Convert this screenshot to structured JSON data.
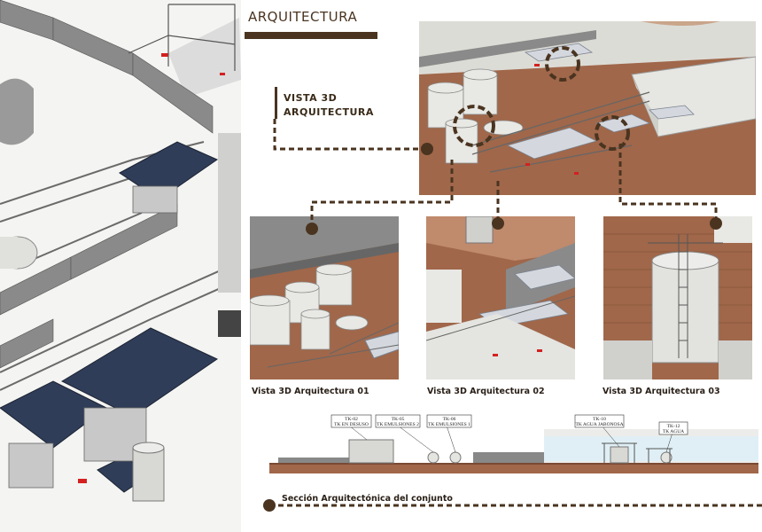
{
  "header": {
    "title": "ARQUITECTURA",
    "subtitle_line1": "VISTA 3D",
    "subtitle_line2": "ARQUITECTURA"
  },
  "views": [
    {
      "caption": "Vista 3D Arquitectura 01"
    },
    {
      "caption": "Vista 3D Arquitectura 02"
    },
    {
      "caption": "Vista 3D Arquitectura 03"
    }
  ],
  "section": {
    "caption": "Sección Arquitectónica del conjunto",
    "tags": [
      {
        "line1": "TK-02",
        "line2": "TK EN DESUSO"
      },
      {
        "line1": "TK-05",
        "line2": "TK EMULSIONES 2"
      },
      {
        "line1": "TK-06",
        "line2": "TK EMULSIONES 1"
      },
      {
        "line1": "TK-10",
        "line2": "TK AGUA JABONOSA"
      },
      {
        "line1": "TK-12",
        "line2": "TK AGUA"
      }
    ]
  },
  "colors": {
    "accent": "#4a3420",
    "ground": "#a0674a",
    "roof": "#2f3d58",
    "tank": "#e4e4e0"
  }
}
